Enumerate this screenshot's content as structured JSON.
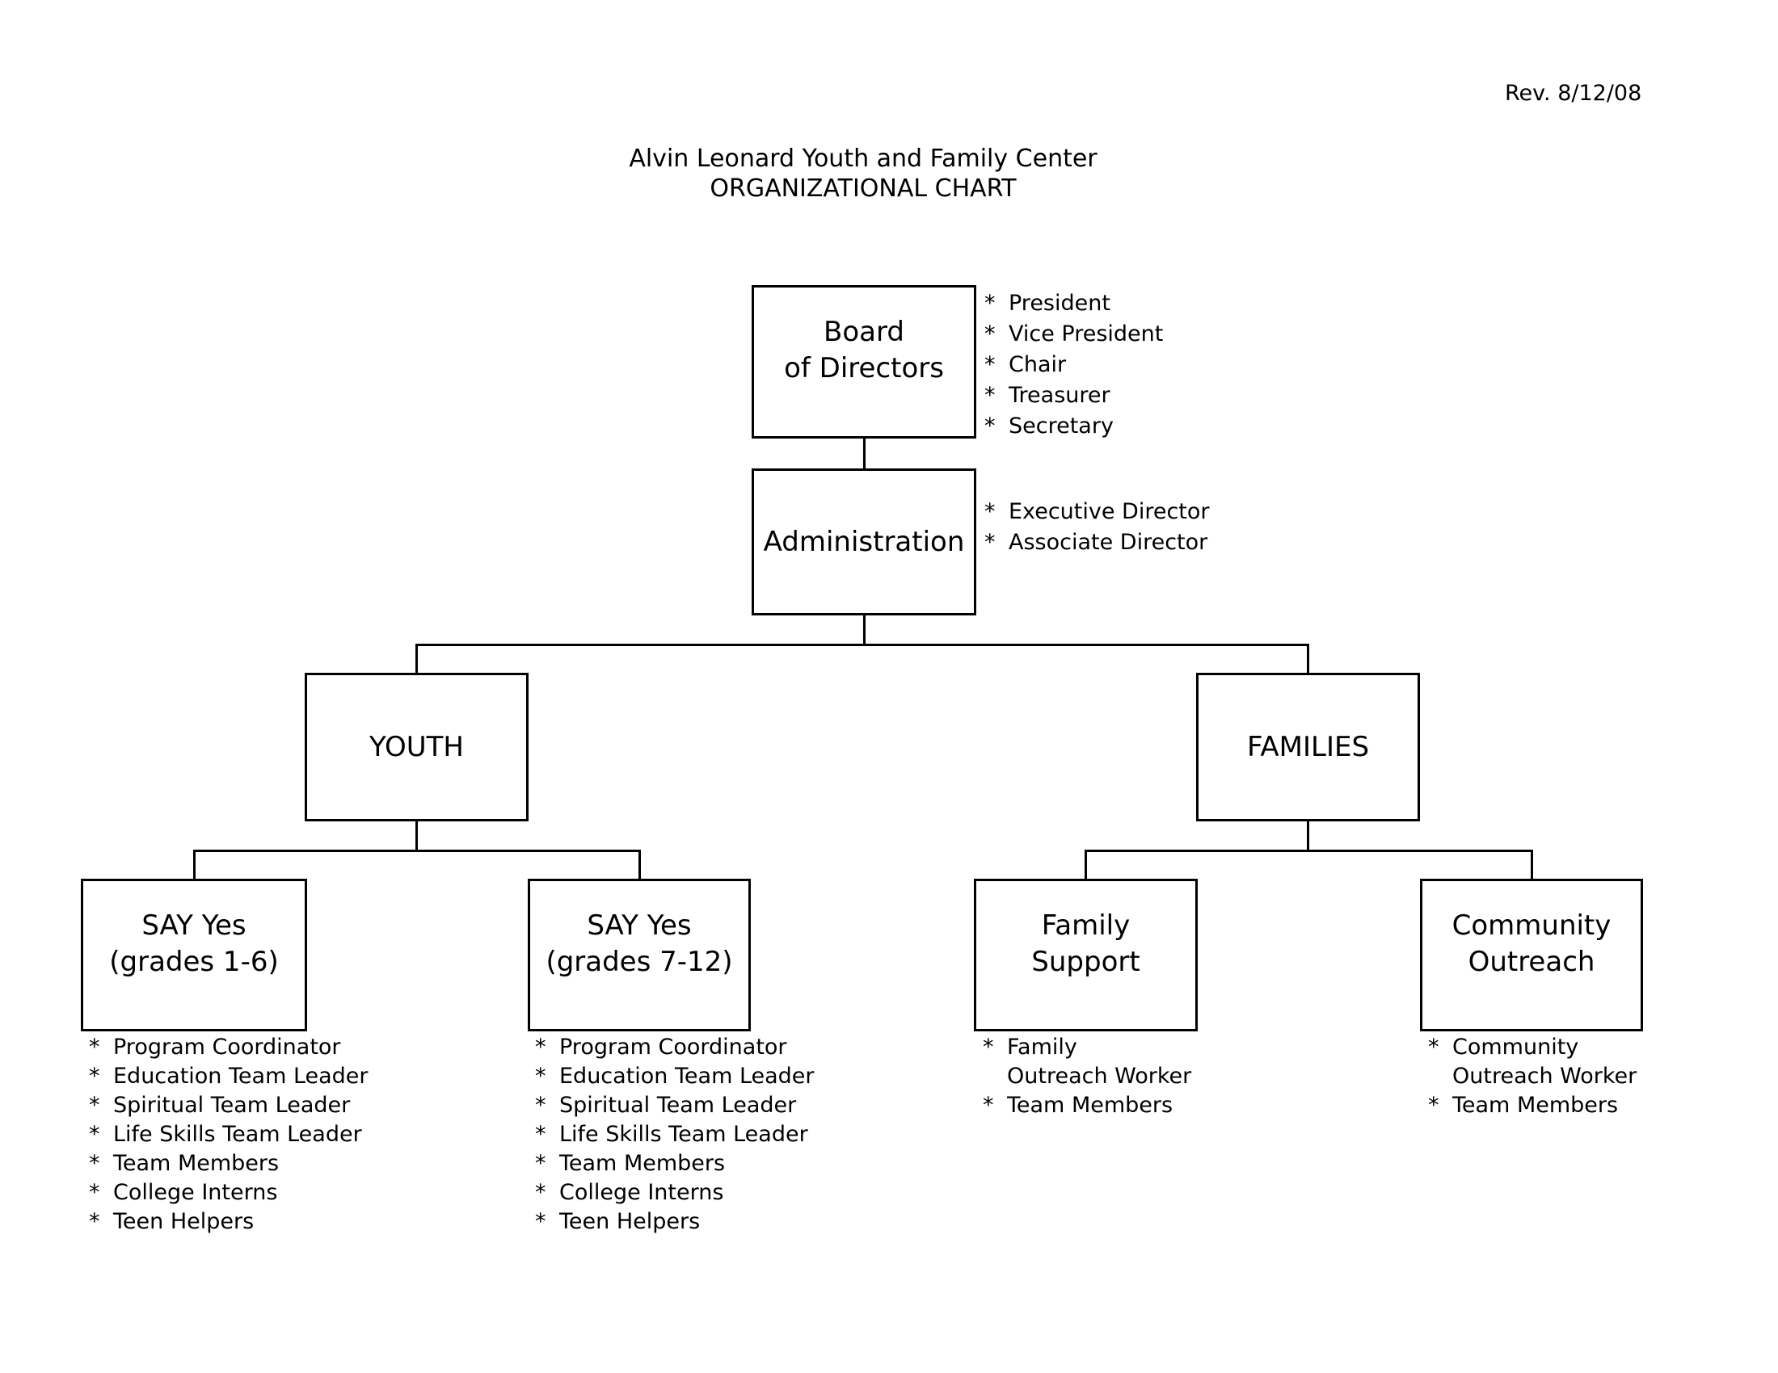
{
  "header": {
    "revision": "Rev. 8/12/08",
    "title_line1": "Alvin Leonard Youth and Family Center",
    "title_line2": "ORGANIZATIONAL CHART"
  },
  "colors": {
    "ink": "#000000",
    "background": "#ffffff"
  },
  "boxes": {
    "board": {
      "line1": "Board",
      "line2": "of Directors"
    },
    "administration": {
      "line1": "Administration"
    },
    "youth": {
      "line1": "YOUTH"
    },
    "families": {
      "line1": "FAMILIES"
    },
    "say_yes_1_6": {
      "line1": "SAY Yes",
      "line2": "(grades 1-6)"
    },
    "say_yes_7_12": {
      "line1": "SAY Yes",
      "line2": "(grades 7-12)"
    },
    "family_support": {
      "line1": "Family",
      "line2": "Support"
    },
    "community_outreach": {
      "line1": "Community",
      "line2": "Outreach"
    }
  },
  "lists": {
    "board_roles": [
      {
        "b": "*",
        "t": "President"
      },
      {
        "b": "*",
        "t": "Vice President"
      },
      {
        "b": "*",
        "t": "Chair"
      },
      {
        "b": "*",
        "t": "Treasurer"
      },
      {
        "b": "*",
        "t": "Secretary"
      }
    ],
    "administration_roles": [
      {
        "b": "*",
        "t": "Executive Director"
      },
      {
        "b": "*",
        "t": "Associate Director"
      }
    ],
    "say_yes_1_6_roles": [
      {
        "b": "*",
        "t": "Program Coordinator"
      },
      {
        "b": "*",
        "t": "Education Team Leader"
      },
      {
        "b": "*",
        "t": "Spiritual Team Leader"
      },
      {
        "b": "*",
        "t": "Life Skills Team Leader"
      },
      {
        "b": "*",
        "t": "Team Members"
      },
      {
        "b": "*",
        "t": "College Interns"
      },
      {
        "b": "*",
        "t": "Teen Helpers"
      }
    ],
    "say_yes_7_12_roles": [
      {
        "b": "*",
        "t": "Program Coordinator"
      },
      {
        "b": "*",
        "t": "Education Team Leader"
      },
      {
        "b": "*",
        "t": "Spiritual Team Leader"
      },
      {
        "b": "*",
        "t": "Life Skills Team Leader"
      },
      {
        "b": "*",
        "t": "Team Members"
      },
      {
        "b": "*",
        "t": "College Interns"
      },
      {
        "b": "*",
        "t": "Teen Helpers"
      }
    ],
    "family_support_roles": [
      {
        "b": "*",
        "t": "Family"
      },
      {
        "b": "",
        "t": "Outreach Worker"
      },
      {
        "b": "*",
        "t": "Team Members"
      }
    ],
    "community_outreach_roles": [
      {
        "b": "*",
        "t": "Community"
      },
      {
        "b": "",
        "t": "Outreach Worker"
      },
      {
        "b": "*",
        "t": "Team Members"
      }
    ]
  }
}
